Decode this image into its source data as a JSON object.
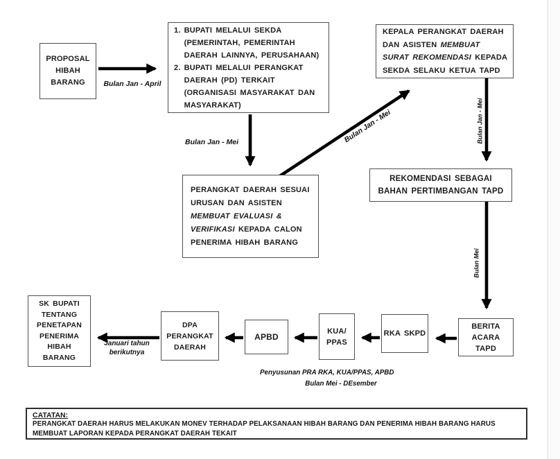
{
  "colors": {
    "background": "#ffffff",
    "page_edge": "#fbfbfb",
    "box_border": "#4f4f4f",
    "text": "#1c1c1c",
    "arrow": "#000000"
  },
  "boxes": {
    "proposal": {
      "lines": [
        "PROPOSAL",
        "HIBAH",
        "BARANG"
      ]
    },
    "submission_channels": {
      "items": [
        {
          "num": "1.",
          "text": "BUPATI MELALUI SEKDA (PEMERINTAH, PEMERINTAH DAERAH LAINNYA, PERUSAHAAN)"
        },
        {
          "num": "2.",
          "text": "BUPATI MELALUI PERANGKAT DAERAH (PD) TERKAIT (ORGANISASI MASYARAKAT DAN MASYARAKAT)"
        }
      ]
    },
    "kepala": {
      "line1": "KEPALA PERANGKAT DAERAH",
      "line2a": "DAN ASISTEN ",
      "line2b": "MEMBUAT",
      "line3a": "SURAT REKOMENDASI",
      "line3b": " KEPADA",
      "line4": "SEKDA SELAKU KETUA TAPD"
    },
    "perangkat": {
      "line1": "PERANGKAT DAERAH SESUAI",
      "line2": "URUSAN DAN ASISTEN",
      "line3": "MEMBUAT EVALUASI &",
      "line4a": "VERIFIKASI",
      "line4b": " KEPADA CALON",
      "line5": "PENERIMA HIBAH BARANG"
    },
    "rekomendasi": {
      "line1": "REKOMENDASI SEBAGAI",
      "line2": "BAHAN PERTIMBANGAN TAPD"
    },
    "berita": {
      "lines": [
        "BERITA",
        "ACARA",
        "TAPD"
      ]
    },
    "rka": {
      "label": "RKA SKPD"
    },
    "kua": {
      "line1": "KUA/",
      "line2": "PPAS"
    },
    "apbd": {
      "label": "APBD"
    },
    "dpa": {
      "lines": [
        "DPA",
        "PERANGKAT",
        "DAERAH"
      ]
    },
    "sk": {
      "lines": [
        "SK BUPATI",
        "TENTANG",
        "PENETAPAN",
        "PENERIMA",
        "HIBAH",
        "BARANG"
      ]
    }
  },
  "arrow_labels": {
    "jan_april": "Bulan Jan - April",
    "jan_mei_down": "Bulan Jan - Mei",
    "jan_mei_diagonal": "Bulan Jan - Mei",
    "jan_mei_right": "Bulan Jan - Mei",
    "mei": "Bulan Mei",
    "januari_line1": "Januari tahun",
    "januari_line2": "berikutnya"
  },
  "captions": {
    "penyusunan": "Penyusunan PRA RKA, KUA/PPAS, APBD",
    "bulan_mei_desember": "Bulan Mei - DEsember"
  },
  "catatan": {
    "title": "CATATAN:",
    "body": "PERANGKAT DAERAH HARUS MELAKUKAN MONEV TERHADAP PELAKSANAAN HIBAH BARANG DAN PENERIMA HIBAH BARANG HARUS MEMBUAT LAPORAN KEPADA PERANGKAT DAERAH TEKAIT"
  }
}
